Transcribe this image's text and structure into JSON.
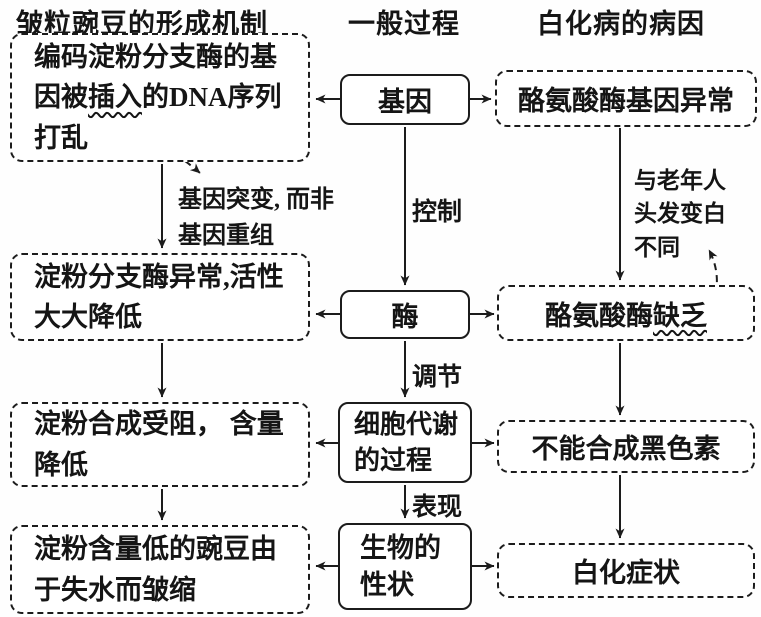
{
  "colors": {
    "ink": "#1c1c1c",
    "background": "#fefefe"
  },
  "headers": {
    "left": "皱粒豌豆的形成机制",
    "center": "一般过程",
    "right": "白化病的病因"
  },
  "center_column": {
    "box1": "基因",
    "box2": "酶",
    "box3_line1": "细胞代谢",
    "box3_line2": "的过程",
    "box4_line1": "生物的",
    "box4_line2": "性状",
    "arrow_label_1": "控制",
    "arrow_label_2": "调节",
    "arrow_label_3": "表现"
  },
  "left_column": {
    "box1_pre": "编码淀粉分支酶的基因被",
    "box1_wavy": "插入",
    "box1_post": "的DNA序列打乱",
    "box2": "淀粉分支酶异常,活性大大降低",
    "box3": "淀粉合成受阻， 含量降低",
    "box4": "淀粉含量低的豌豆由于失水而皱缩",
    "note_line1": "基因突变, 而非",
    "note_line2": "基因重组"
  },
  "right_column": {
    "box1": "酪氨酸酶基因异常",
    "box2_pre": "酪氨酸酶",
    "box2_wavy": "缺乏",
    "box3": "不能合成黑色素",
    "box4": "白化症状",
    "note_line1": "与老年人",
    "note_line2": "头发变白",
    "note_line3": "不同"
  }
}
